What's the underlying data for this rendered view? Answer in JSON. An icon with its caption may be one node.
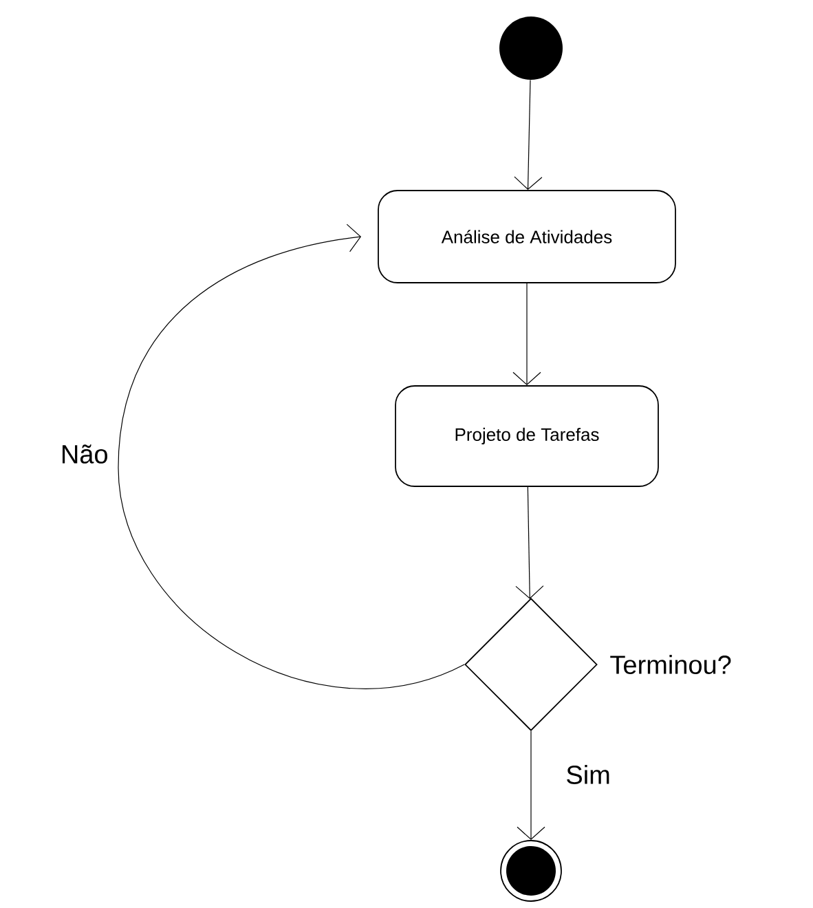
{
  "diagram": {
    "nodes": [
      {
        "text": [],
        "shape": "circle"
      },
      {
        "text": [
          "Análise de Atividades"
        ]
      },
      {
        "text": [
          "Projeto de Tarefas"
        ]
      },
      {
        "text": [],
        "shape": "diamond",
        "beside": [
          "Terminou?"
        ]
      },
      {
        "text": [],
        "shape": "circle"
      }
    ],
    "edges": [
      {
        "from": 0,
        "to": 1,
        "arrow": "to"
      },
      {
        "from": 1,
        "to": 2,
        "arrow": "to"
      },
      {
        "from": 2,
        "to": 3,
        "arrow": "to"
      },
      {
        "from": 3,
        "to": 1,
        "arrow": "to",
        "label": "Não"
      },
      {
        "from": 3,
        "to": 4,
        "arrow": "to",
        "label": "Sim"
      }
    ]
  }
}
